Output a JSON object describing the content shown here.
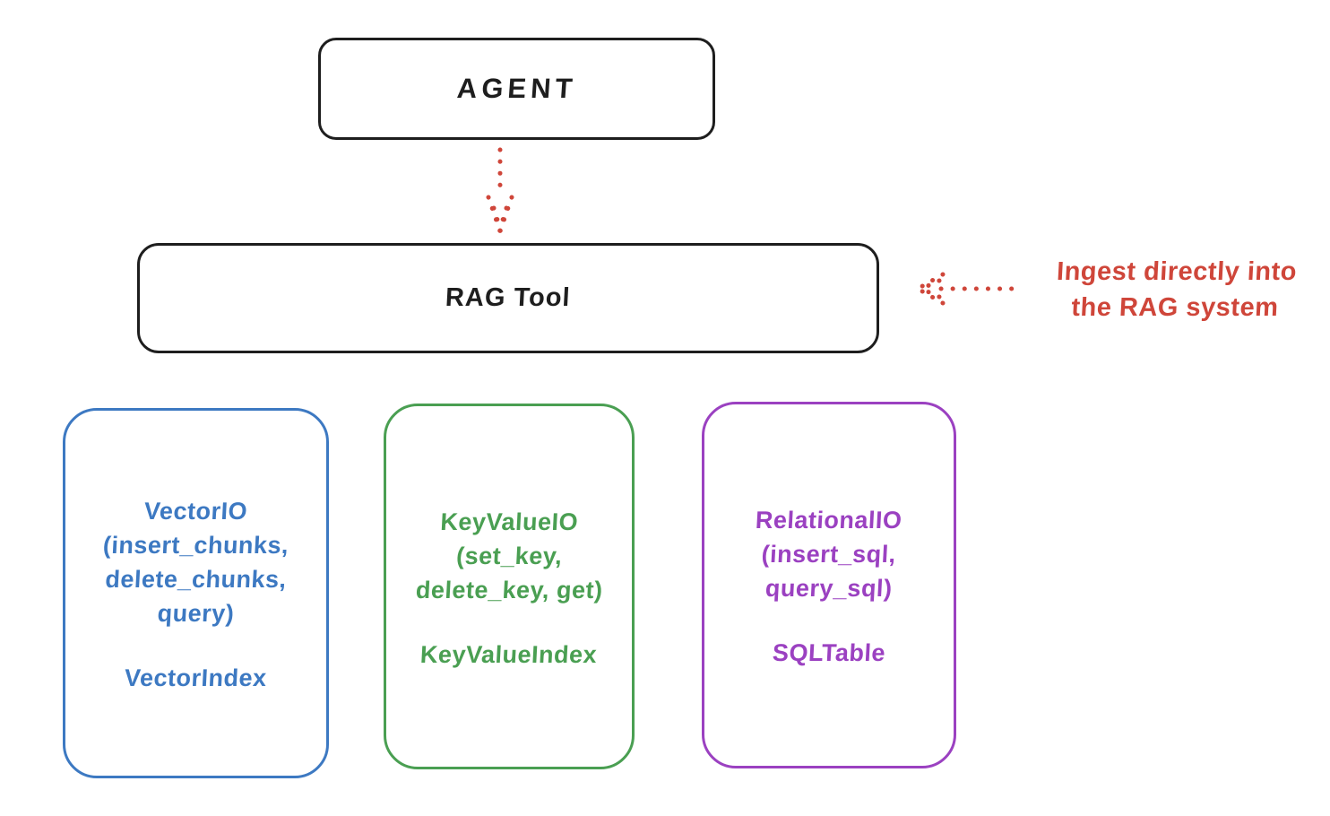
{
  "colors": {
    "ink": "#1e1e1e",
    "red": "#cf463a",
    "blue": "#3d79c2",
    "green": "#4a9f52",
    "purple": "#9b41c1",
    "background": "#ffffff"
  },
  "diagram": {
    "agent": {
      "label": "AGENT"
    },
    "rag_tool": {
      "label": "RAG Tool"
    },
    "annotation": {
      "line1": "Ingest directly into",
      "line2": "the RAG system"
    },
    "arrows": {
      "agent_to_rag": "dotted-down-arrow",
      "ingest": "dotted-left-arrow"
    },
    "modules": [
      {
        "name": "VectorIO",
        "color": "#3d79c2",
        "title_lines": [
          "VectorIO",
          "(insert_chunks,",
          "delete_chunks,",
          "query)"
        ],
        "index_label": "VectorIndex"
      },
      {
        "name": "KeyValueIO",
        "color": "#4a9f52",
        "title_lines": [
          "KeyValueIO",
          "(set_key,",
          "delete_key, get)"
        ],
        "index_label": "KeyValueIndex"
      },
      {
        "name": "RelationalIO",
        "color": "#9b41c1",
        "title_lines": [
          "RelationalIO",
          "(insert_sql,",
          "query_sql)"
        ],
        "index_label": "SQLTable"
      }
    ]
  }
}
